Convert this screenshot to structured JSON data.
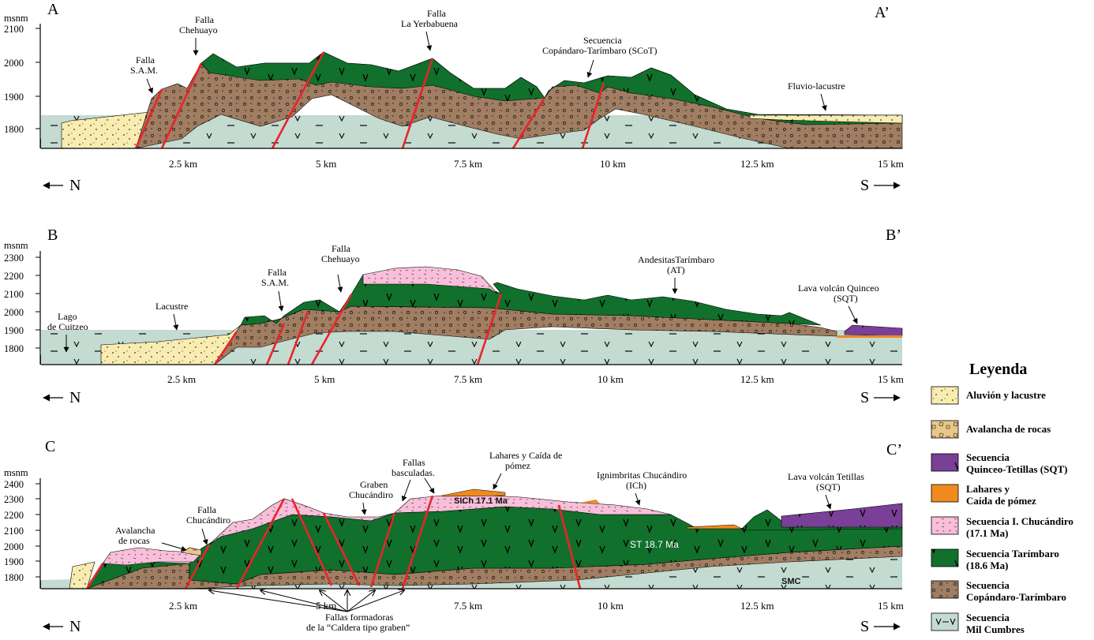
{
  "units": {
    "elev": "msnm",
    "dist": "km"
  },
  "north": "N",
  "south": "S",
  "sections": [
    {
      "id": "A",
      "start": "A",
      "end": "A’",
      "yticks": [
        "2100",
        "2000",
        "1900",
        "1800"
      ],
      "xticks": [
        "2.5 km",
        "5 km",
        "7.5 km",
        "10 km",
        "12.5 km",
        "15 km"
      ],
      "labels": {
        "sam_l1": "Falla",
        "sam_l2": "S.A.M.",
        "chehuayo_l1": "Falla",
        "chehuayo_l2": "Chehuayo",
        "yerba_l1": "Falla",
        "yerba_l2": "La Yerbabuena",
        "scot_l1": "Secuencia",
        "scot_l2": "Copándaro-Tarímbaro (SCoT)",
        "fluvio": "Fluvio-lacustre"
      }
    },
    {
      "id": "B",
      "start": "B",
      "end": "B’",
      "yticks": [
        "2300",
        "2200",
        "2100",
        "2000",
        "1900",
        "1800"
      ],
      "xticks": [
        "2.5 km",
        "5 km",
        "7.5 km",
        "10 km",
        "12.5 km",
        "15 km"
      ],
      "labels": {
        "lago_l1": "Lago",
        "lago_l2": "de Cuitzeo",
        "lacustre": "Lacustre",
        "sam_l1": "Falla",
        "sam_l2": "S.A.M.",
        "chehuayo_l1": "Falla",
        "chehuayo_l2": "Chehuayo",
        "at_l1": "AndesitasTarímbaro",
        "at_l2": "(AT)",
        "quinceo_l1": "Lava volcán Quinceo",
        "quinceo_l2": "(SQT)"
      }
    },
    {
      "id": "C",
      "start": "C",
      "end": "C’",
      "yticks": [
        "2400",
        "2300",
        "2200",
        "2100",
        "2000",
        "1900",
        "1800"
      ],
      "xticks": [
        "2.5 km",
        "5 km",
        "7.5 km",
        "10 km",
        "12.5 km",
        "15 km"
      ],
      "labels": {
        "avalancha_l1": "Avalancha",
        "avalancha_l2": "de rocas",
        "chucandiro_l1": "Falla",
        "chucandiro_l2": "Chucándiro",
        "graben_l1": "Graben",
        "graben_l2": "Chucándiro",
        "fallas_l1": "Fallas",
        "fallas_l2": "basculadas.",
        "lahares_l1": "Lahares y Caída de",
        "lahares_l2": "pómez",
        "ich_l1": "Ignimbritas Chucándiro",
        "ich_l2": "(ICh)",
        "tetillas_l1": "Lava volcán Tetillas",
        "tetillas_l2": "(SQT)",
        "sich": "SICh 17.1 Ma",
        "st": "ST 18.7 Ma",
        "smc": "SMC",
        "caldera_l1": "Fallas formadoras",
        "caldera_l2": "de la “Caldera tipo graben”"
      }
    }
  ],
  "legend": {
    "title": "Leyenda",
    "items": [
      {
        "key": "aluvion",
        "l1": "Aluvión y lacustre",
        "l2": "",
        "color": "#f8ecb0"
      },
      {
        "key": "avalancha",
        "l1": "Avalancha de rocas",
        "l2": "",
        "color": "#e8c88a"
      },
      {
        "key": "sqt",
        "l1": "Secuencia",
        "l2": "Quinceo-Tetillas (SQT)",
        "color": "#7a3f96"
      },
      {
        "key": "lahares",
        "l1": "Lahares y",
        "l2": "Caída de pómez",
        "color": "#f08a1e"
      },
      {
        "key": "sich",
        "l1": "Secuencia I. Chucándiro",
        "l2": "(17.1 Ma)",
        "color": "#f7bfd9"
      },
      {
        "key": "st",
        "l1": "Secuencia Tarímbaro",
        "l2": "(18.6 Ma)",
        "color": "#11702c"
      },
      {
        "key": "scot",
        "l1": "Secuencia",
        "l2": "Copándaro-Tarímbaro",
        "color": "#a17d61"
      },
      {
        "key": "smc",
        "l1": "Secuencia",
        "l2": "Mil Cumbres",
        "color": "#c3dbd1"
      }
    ]
  },
  "colors": {
    "fault": "#e8242b",
    "water": "#bfe3f2"
  }
}
